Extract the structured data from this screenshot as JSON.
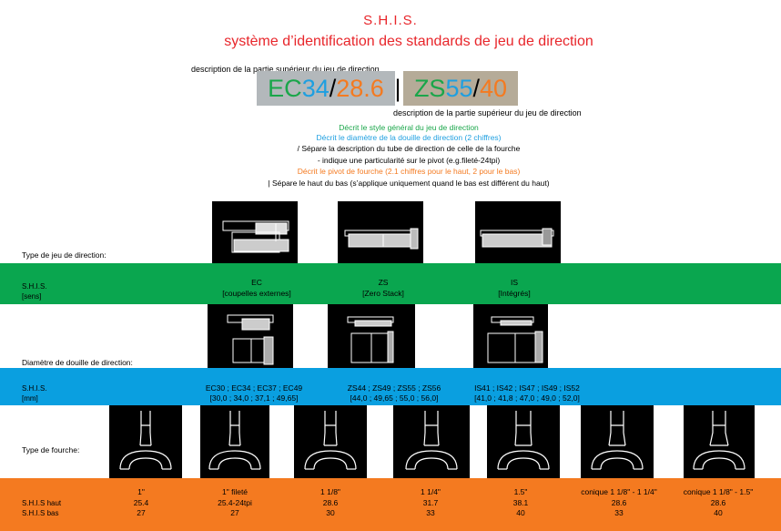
{
  "title": "S.H.I.S.",
  "subtitle": "système d’identification des standards de jeu de direction",
  "desc_top": "description de la partie supérieur du jeu de direction",
  "desc_bottom": "description de la partie supérieur du jeu de direction",
  "code_left": {
    "style": "EC",
    "diameter": "34",
    "sep": "/",
    "pivot": "28.6"
  },
  "divider": "|",
  "code_right": {
    "style": "ZS",
    "diameter": "55",
    "sep": "/",
    "pivot": "40"
  },
  "legend": [
    {
      "text": "Décrit le style général du jeu de direction",
      "color": "#1aa64a"
    },
    {
      "text": "Décrit le diamètre de la douille de direction (2 chiffres)",
      "color": "#1e9fe0"
    },
    {
      "text": "/ Sépare la description du tube de direction de celle de la fourche",
      "color": "#000000"
    },
    {
      "text": "- indique une particularité sur le pivot (e.g.fileté-24tpi)",
      "color": "#000000"
    },
    {
      "text": "Décrit le pivot de fourche (2.1 chiffres pour le haut, 2 pour le bas)",
      "color": "#f47a20"
    },
    {
      "text": "| Sépare le haut du bas (s’applique uniquement quand le bas est différent du haut)",
      "color": "#000000"
    }
  ],
  "colors": {
    "green": "#0aa64f",
    "blue": "#0a9fe0",
    "orange": "#f47a20",
    "red": "#e8262b",
    "code_left_bg": "#b3b8bb",
    "code_right_bg": "#b5ab98"
  },
  "rows": {
    "headset_type_label": "Type de jeu de direction:",
    "green_label_1": "S.H.I.S.",
    "green_label_2": "[sens]",
    "bore_label": "Diamètre de douille de direction:",
    "blue_label_1": "S.H.I.S.",
    "blue_label_2": "[mm]",
    "fork_label": "Type de fourche:",
    "orange_label_1": "S.H.I.S haut",
    "orange_label_2": "S.H.I.S bas"
  },
  "headset_types": [
    {
      "code": "EC",
      "name": "[coupelles externes]"
    },
    {
      "code": "ZS",
      "name": "[Zero Stack]"
    },
    {
      "code": "IS",
      "name": "[Intégrés]"
    }
  ],
  "bores": [
    {
      "codes": "EC30 ; EC34 ; EC37 ; EC49",
      "mm": "[30,0 ;  34,0 ;  37,1  ; 49,65]"
    },
    {
      "codes": "ZS44 ; ZS49 ; ZS55 ; ZS56",
      "mm": "[44,0 ; 49,65 ;  55,0  ; 56,0]"
    },
    {
      "codes": "IS41 ; IS42 ; IS47 ; IS49 ; IS52",
      "mm": "[41,0 ; 41,8 ; 47,0 ;  49,0 ; 52,0]"
    }
  ],
  "forks": [
    {
      "name": "1\"",
      "top": "25.4",
      "bottom": "27"
    },
    {
      "name": "1\"  fileté",
      "top": "25.4-24tpi",
      "bottom": "27"
    },
    {
      "name": "1 1/8\"",
      "top": "28.6",
      "bottom": "30"
    },
    {
      "name": "1 1/4\"",
      "top": "31.7",
      "bottom": "33"
    },
    {
      "name": "1.5\"",
      "top": "38.1",
      "bottom": "40"
    },
    {
      "name": "conique 1 1/8\" - 1 1/4\"",
      "top": "28.6",
      "bottom": "33"
    },
    {
      "name": "conique 1 1/8\" - 1.5\"",
      "top": "28.6",
      "bottom": "40"
    }
  ]
}
